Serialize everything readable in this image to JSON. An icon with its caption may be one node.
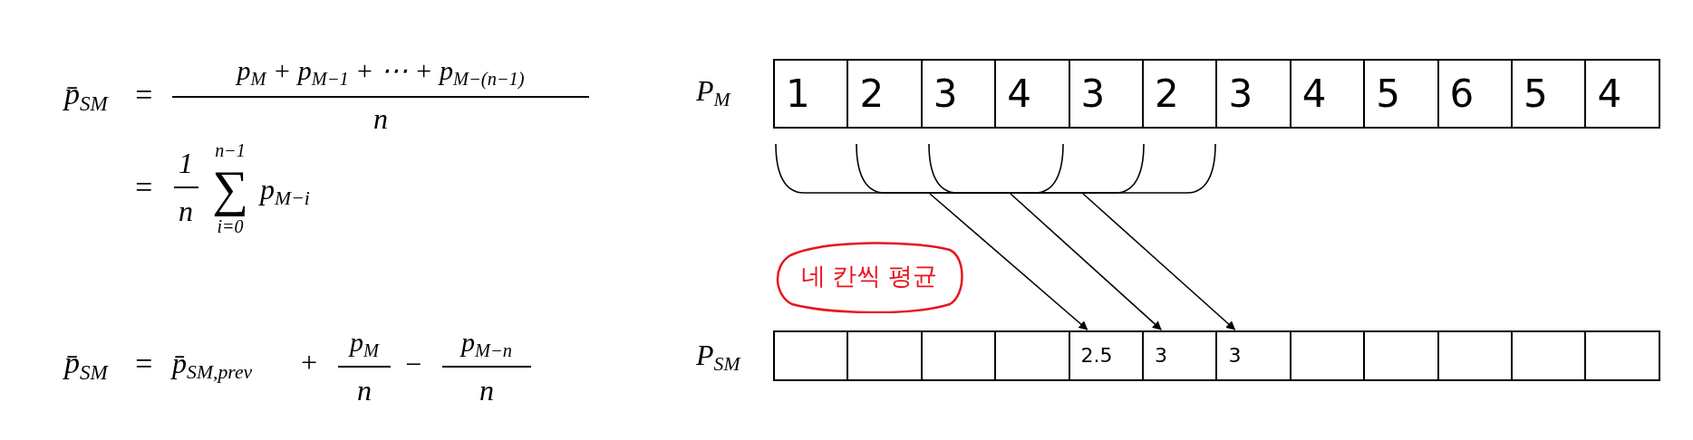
{
  "diagram": {
    "nodes": [
      {
        "text": [
          "1"
        ]
      },
      {
        "text": [
          "2"
        ]
      },
      {
        "text": [
          "3"
        ]
      },
      {
        "text": [
          "4"
        ]
      },
      {
        "text": [
          "3"
        ]
      },
      {
        "text": [
          "2"
        ]
      },
      {
        "text": [
          "3"
        ]
      },
      {
        "text": [
          "4"
        ]
      },
      {
        "text": [
          "5"
        ]
      },
      {
        "text": [
          "6"
        ]
      },
      {
        "text": [
          "5"
        ]
      },
      {
        "text": [
          "4"
        ]
      },
      {
        "text": [],
        "shape": "box"
      },
      {
        "text": [],
        "shape": "box"
      },
      {
        "text": [],
        "shape": "box"
      },
      {
        "text": [],
        "shape": "box"
      },
      {
        "text": [
          "2.5"
        ]
      },
      {
        "text": [
          "3"
        ]
      },
      {
        "text": [
          "3"
        ]
      },
      {
        "text": [],
        "shape": "box"
      },
      {
        "text": [],
        "shape": "box"
      },
      {
        "text": [],
        "shape": "box"
      },
      {
        "text": [],
        "shape": "box"
      },
      {
        "text": [],
        "shape": "box"
      },
      {
        "text": [],
        "shape": "bracket"
      },
      {
        "text": [],
        "shape": "bracket"
      },
      {
        "text": [],
        "shape": "bracket"
      },
      {
        "text": [
          "네 칸씩 평균"
        ]
      }
    ],
    "edges": [
      {
        "from": 24,
        "to": 16,
        "arrow": "to"
      },
      {
        "from": 25,
        "to": 17,
        "arrow": "to"
      },
      {
        "from": 26,
        "to": 18,
        "arrow": "to"
      }
    ],
    "labels": [
      "p̄$_{SM}$",
      "=",
      "p$_{M}$ + p$_{M−1}$ + ⋯ + p$_{M−(n−1)}$",
      "n",
      "=",
      "1",
      "n",
      "n−1",
      "∑",
      "i=0",
      "p$_{M−i}$",
      "p̄$_{SM}$",
      "=",
      "p̄$_{SM,prev}$",
      "+",
      "p$_{M}$",
      "n",
      "−",
      "p$_{M−n}$",
      "n",
      "P$_{M}$",
      "P$_{SM}$"
    ]
  }
}
